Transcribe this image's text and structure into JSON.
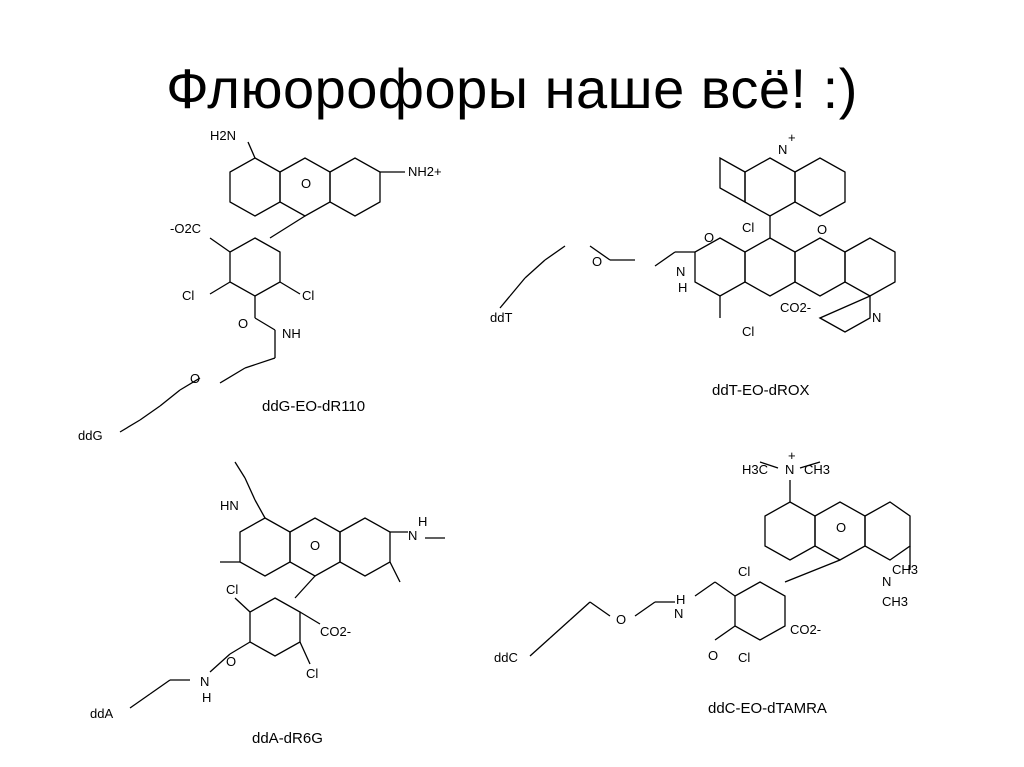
{
  "slide": {
    "title": "Флюорофоры наше всё! :)"
  },
  "molecules": [
    {
      "caption": "ddG-EO-dR110",
      "labels": [
        "H2N",
        "O",
        "NH2+",
        "-O2C",
        "Cl",
        "Cl",
        "O",
        "NH",
        "O",
        "ddG"
      ]
    },
    {
      "caption": "ddT-EO-dROX",
      "labels": [
        "N",
        "+",
        "O",
        "N",
        "Cl",
        "O",
        "O",
        "N",
        "H",
        "ddT",
        "CO2-",
        "Cl"
      ]
    },
    {
      "caption": "ddA-dR6G",
      "labels": [
        "HN",
        "O",
        "N",
        "H",
        "Cl",
        "CO2-",
        "O",
        "N",
        "H",
        "Cl",
        "ddA"
      ]
    },
    {
      "caption": "ddC-EO-dTAMRA",
      "labels": [
        "H3C",
        "N",
        "+",
        "CH3",
        "O",
        "Cl",
        "CO2-",
        "Cl",
        "N",
        "H",
        "O",
        "O",
        "ddC",
        "N",
        "CH3",
        "CH3"
      ]
    }
  ]
}
